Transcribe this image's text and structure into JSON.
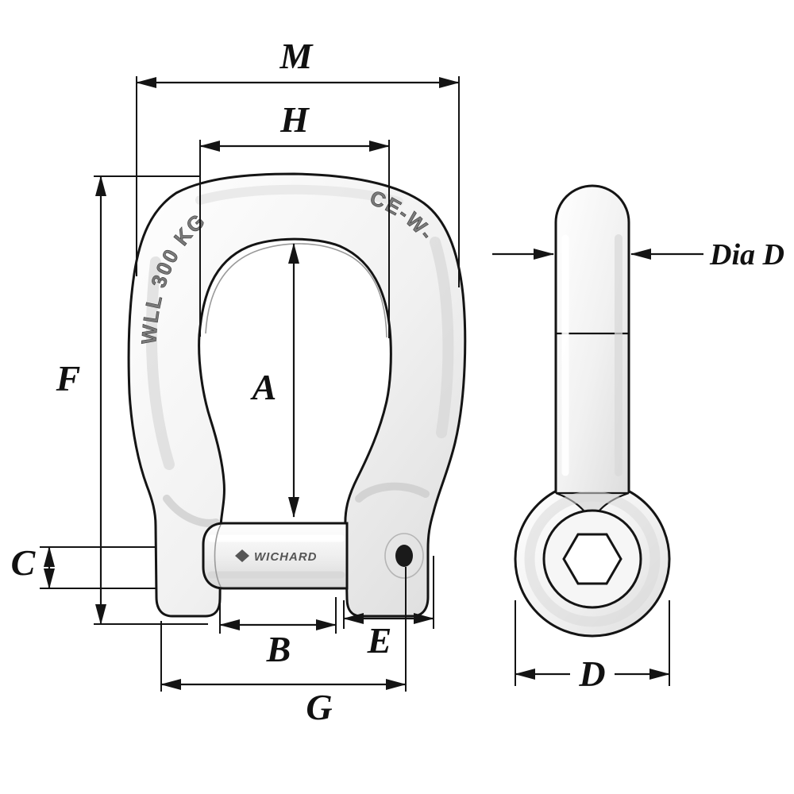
{
  "labels": {
    "m": "M",
    "h": "H",
    "a": "A",
    "f": "F",
    "c": "C",
    "b": "B",
    "e": "E",
    "g": "G",
    "d": "D",
    "dia_d": "Dia D"
  },
  "markings": {
    "wll": "WLL 300 KG",
    "ce": "CE-W-",
    "pin_brand": "WICHARD"
  },
  "colors": {
    "line": "#141414",
    "background": "#ffffff",
    "metal_highlight": "#ffffff",
    "metal_shadow": "#c9c9c9",
    "engraving": "#6e6e6e"
  }
}
